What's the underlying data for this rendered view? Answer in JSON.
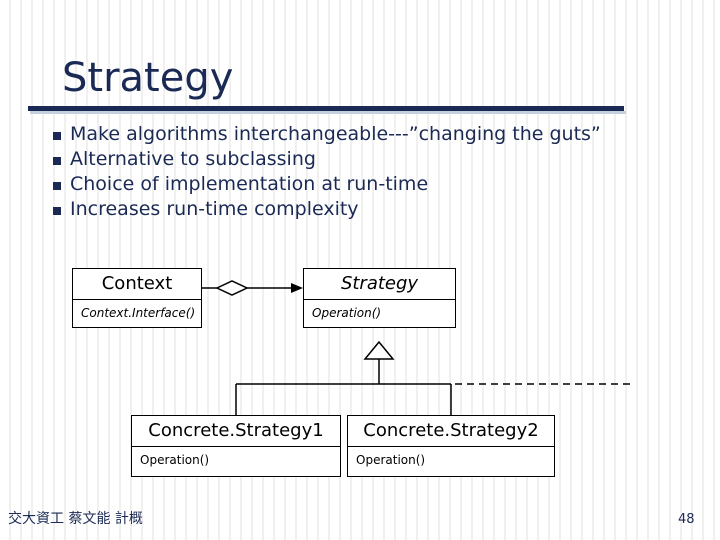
{
  "slide": {
    "title": "Strategy",
    "bullets": [
      "Make algorithms interchangeable---”changing the guts”",
      "Alternative to subclassing",
      "Choice of implementation at run-time",
      "Increases run-time complexity"
    ],
    "footer": "交大資工 蔡文能 計概",
    "page_number": "48"
  },
  "diagram": {
    "type": "uml-class-diagram",
    "boxes": [
      {
        "name": "context",
        "title": "Context",
        "member": "Context.Interface()",
        "title_italic": false,
        "member_italic": true
      },
      {
        "name": "strategy",
        "title": "Strategy",
        "member": "Operation()",
        "title_italic": true,
        "member_italic": true
      },
      {
        "name": "concrete-strategy-1",
        "title": "Concrete.Strategy1",
        "member": "Operation()",
        "title_italic": false,
        "member_italic": false
      },
      {
        "name": "concrete-strategy-2",
        "title": "Concrete.Strategy2",
        "member": "Operation()",
        "title_italic": false,
        "member_italic": false
      }
    ],
    "relations": [
      {
        "name": "aggregation",
        "from": "context",
        "to": "strategy",
        "kind": "aggregation-arrow"
      },
      {
        "name": "generalization-1",
        "from": "concrete-strategy-1",
        "to": "strategy",
        "kind": "inheritance-triangle"
      },
      {
        "name": "generalization-2",
        "from": "concrete-strategy-2",
        "to": "strategy",
        "kind": "inheritance-triangle"
      },
      {
        "name": "dashed-note-line",
        "from": "strategy-branch",
        "to": "right",
        "kind": "dashed"
      }
    ]
  },
  "colors": {
    "title": "#1b2a55",
    "rule": "#1b2a55",
    "rule_shadow": "#c6cfe0",
    "diagram_line": "#000000",
    "background": "#ffffff"
  }
}
